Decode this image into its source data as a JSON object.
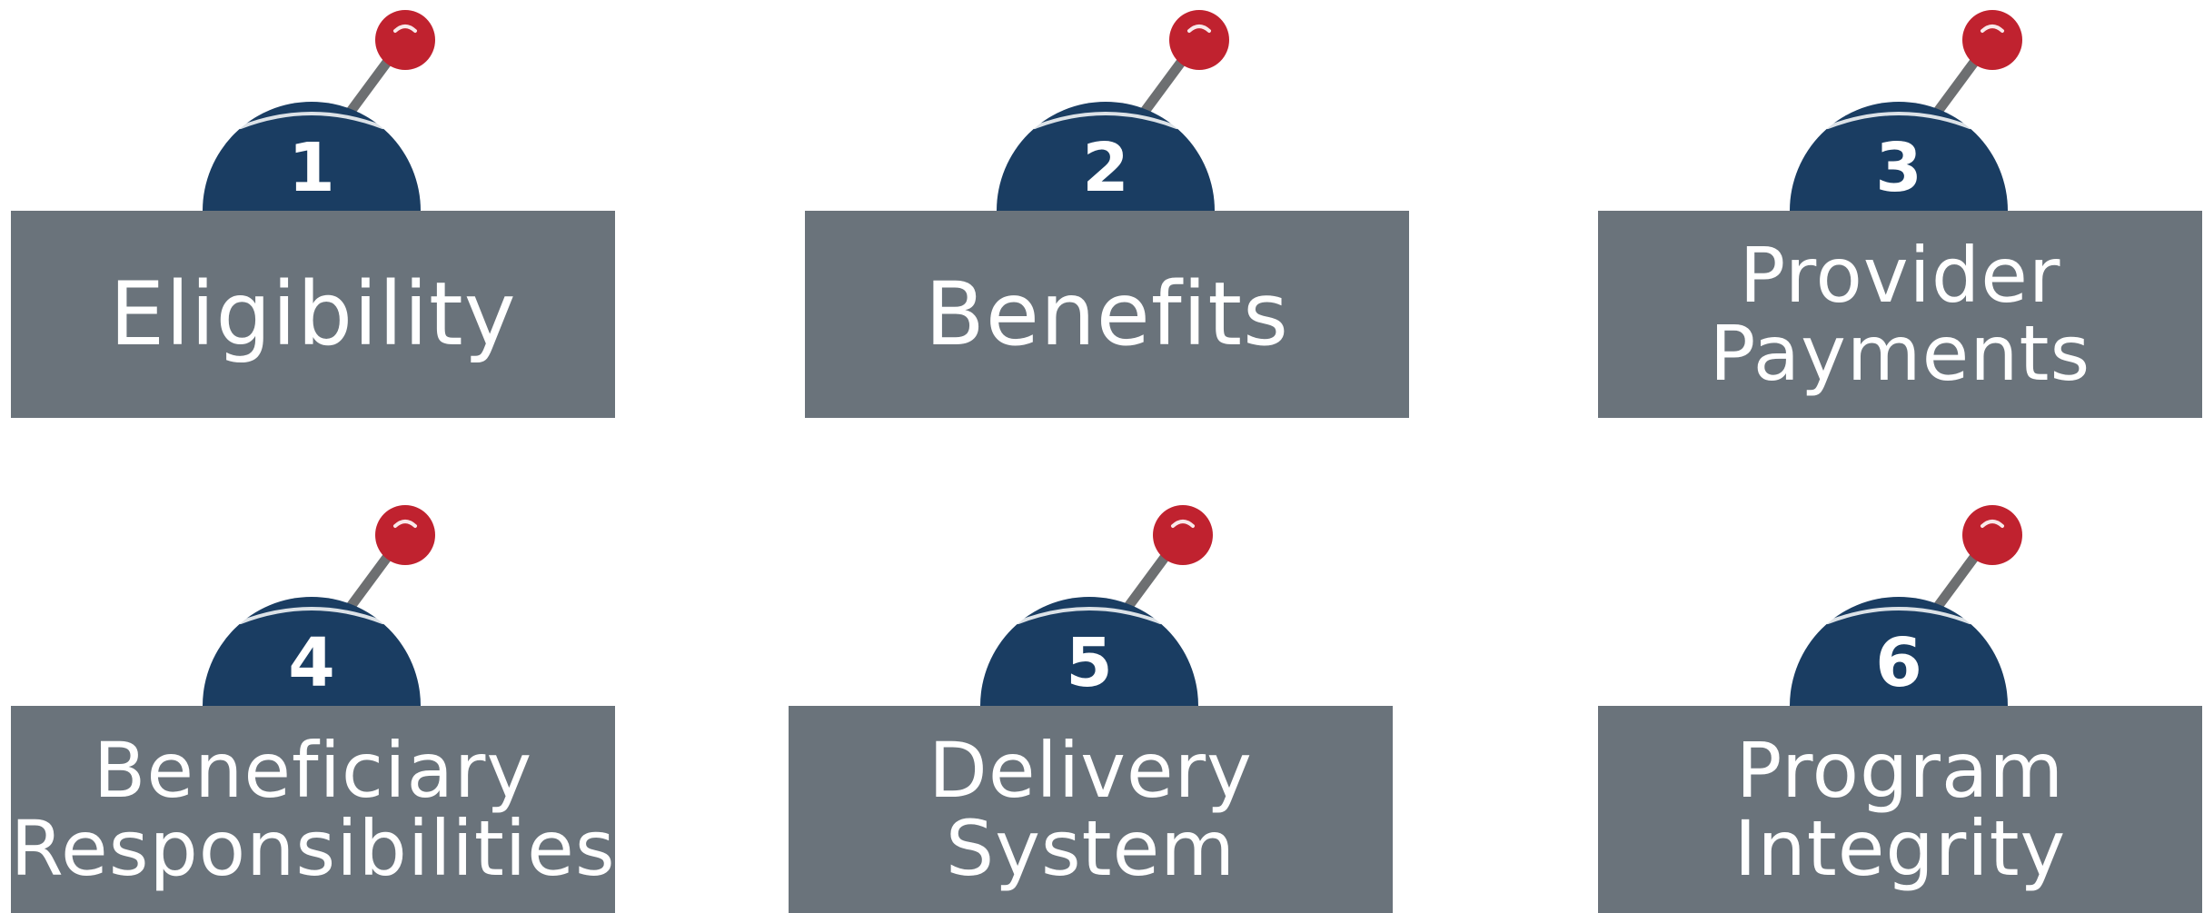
{
  "colors": {
    "dome": "#1a3d62",
    "label_box": "#6a737b",
    "pin_head": "#c0222f",
    "pin_stick": "#6d6f71",
    "text": "#ffffff"
  },
  "icons": {
    "pin": "pushpin-icon"
  },
  "items": [
    {
      "number": "1",
      "lines": [
        "Eligibility"
      ]
    },
    {
      "number": "2",
      "lines": [
        "Benefits"
      ]
    },
    {
      "number": "3",
      "lines": [
        "Provider",
        "Payments"
      ]
    },
    {
      "number": "4",
      "lines": [
        "Beneficiary",
        "Responsibilities"
      ]
    },
    {
      "number": "5",
      "lines": [
        "Delivery",
        "System"
      ]
    },
    {
      "number": "6",
      "lines": [
        "Program",
        "Integrity"
      ]
    }
  ]
}
